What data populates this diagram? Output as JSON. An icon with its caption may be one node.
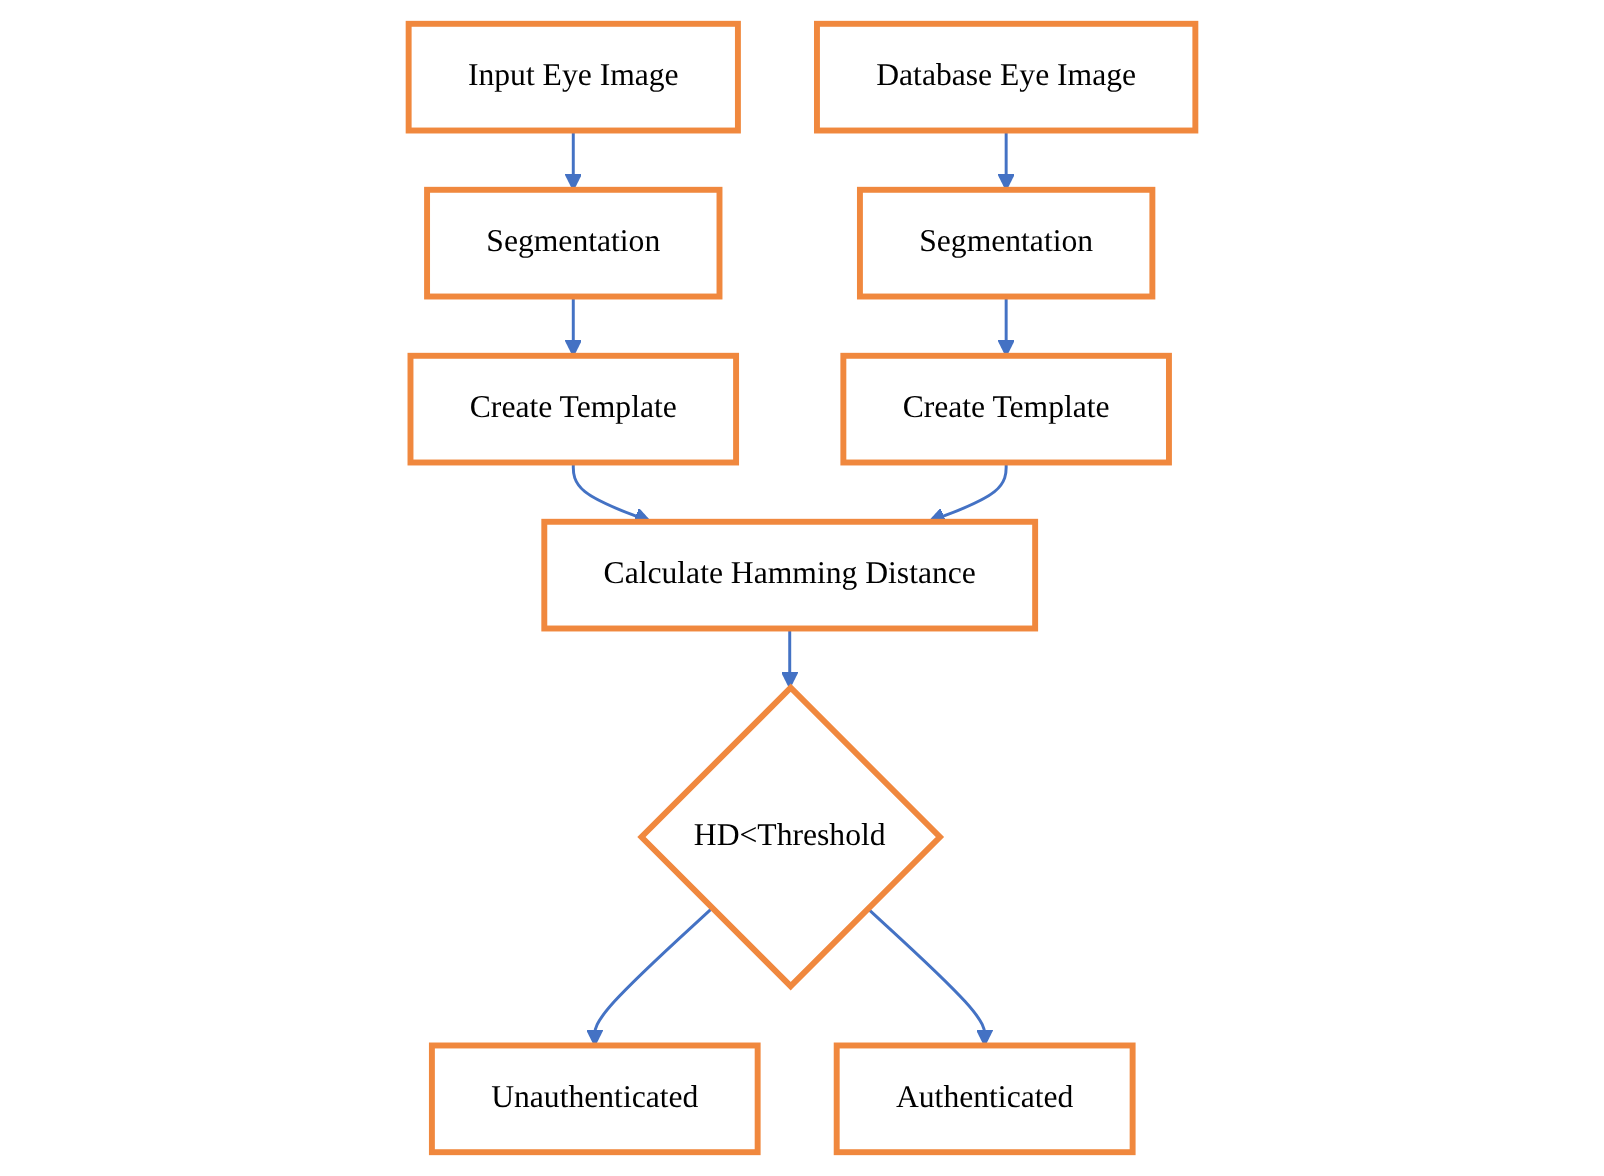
{
  "diagram": {
    "nodes": [
      {
        "text": [
          "Input Eye Image"
        ]
      },
      {
        "text": [
          "Database Eye Image"
        ]
      },
      {
        "text": [
          "Segmentation"
        ]
      },
      {
        "text": [
          "Segmentation"
        ]
      },
      {
        "text": [
          "Create Template"
        ]
      },
      {
        "text": [
          "Create Template"
        ]
      },
      {
        "text": [
          "Calculate Hamming Distance"
        ]
      },
      {
        "text": [
          "HD<Threshold"
        ]
      },
      {
        "text": [
          "Unauthenticated"
        ]
      },
      {
        "text": [
          "Authenticated"
        ]
      }
    ],
    "edges": [
      {
        "from": 0,
        "to": 2,
        "arrow": "to"
      },
      {
        "from": 2,
        "to": 4,
        "arrow": "to"
      },
      {
        "from": 1,
        "to": 3,
        "arrow": "to"
      },
      {
        "from": 3,
        "to": 5,
        "arrow": "to"
      },
      {
        "from": 4,
        "to": 6,
        "arrow": "to"
      },
      {
        "from": 5,
        "to": 6,
        "arrow": "to"
      },
      {
        "from": 6,
        "to": 7,
        "arrow": "to"
      },
      {
        "from": 7,
        "to": 8,
        "arrow": "to"
      },
      {
        "from": 7,
        "to": 9,
        "arrow": "to"
      }
    ]
  }
}
